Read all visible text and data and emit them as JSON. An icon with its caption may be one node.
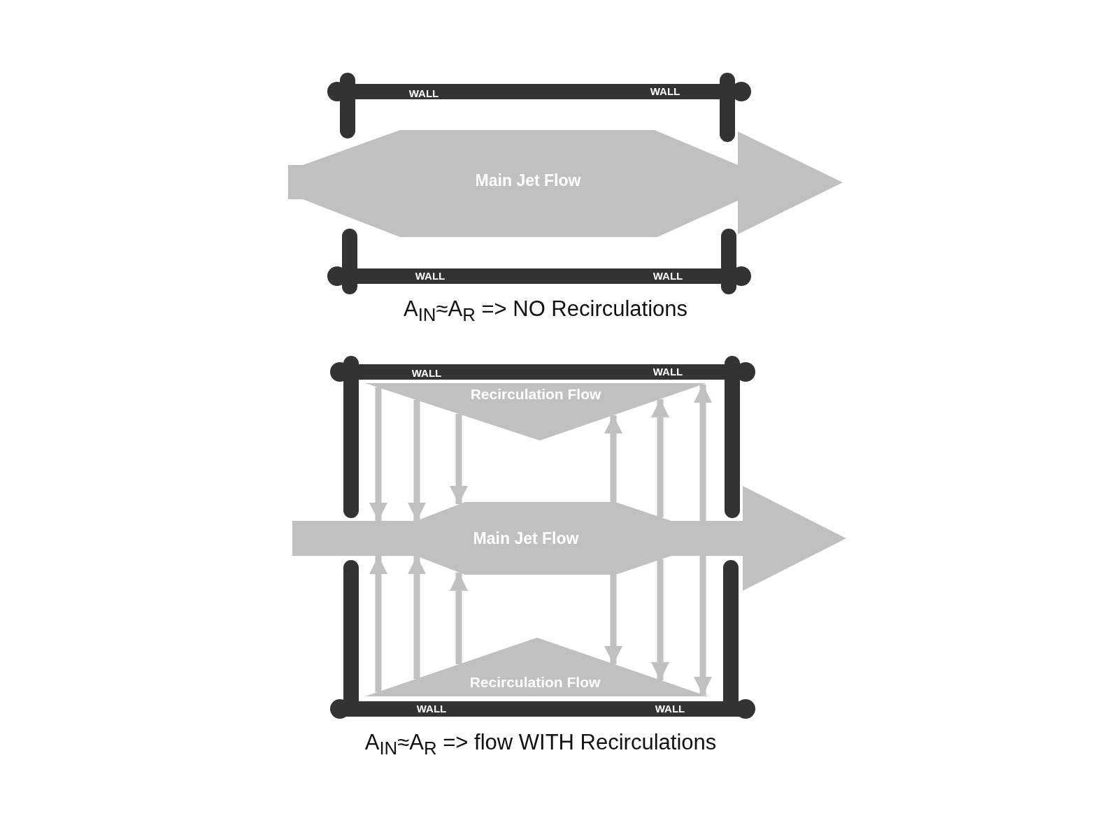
{
  "diagram": {
    "nodes": [
      {
        "text": [
          "WALL",
          "WALL"
        ]
      },
      {
        "text": [
          "Main Jet Flow"
        ]
      },
      {
        "text": [
          "WALL",
          "WALL"
        ]
      },
      {
        "text": [
          "WALL",
          "WALL"
        ]
      },
      {
        "text": [
          "Recirculation Flow"
        ]
      },
      {
        "text": [
          "Main Jet Flow"
        ]
      },
      {
        "text": [
          "Recirculation Flow"
        ]
      },
      {
        "text": [
          "WALL",
          "WALL"
        ]
      }
    ],
    "edges": [
      {
        "from": 4,
        "to": 5,
        "arrow": "to"
      },
      {
        "from": 4,
        "to": 5,
        "arrow": "to"
      },
      {
        "from": 4,
        "to": 5,
        "arrow": "to"
      },
      {
        "from": 5,
        "to": 4,
        "arrow": "to"
      },
      {
        "from": 5,
        "to": 4,
        "arrow": "to"
      },
      {
        "from": 5,
        "to": 4,
        "arrow": "to"
      },
      {
        "from": 6,
        "to": 5,
        "arrow": "to"
      },
      {
        "from": 6,
        "to": 5,
        "arrow": "to"
      },
      {
        "from": 6,
        "to": 5,
        "arrow": "to"
      },
      {
        "from": 5,
        "to": 6,
        "arrow": "to"
      },
      {
        "from": 5,
        "to": 6,
        "arrow": "to"
      },
      {
        "from": 5,
        "to": 6,
        "arrow": "to"
      }
    ],
    "labels": [
      "A$_{IN}$≈A$_{R}$ => NO Recirculations",
      "A$_{IN}$≈A$_{R}$ => flow WITH Recirculations"
    ]
  }
}
